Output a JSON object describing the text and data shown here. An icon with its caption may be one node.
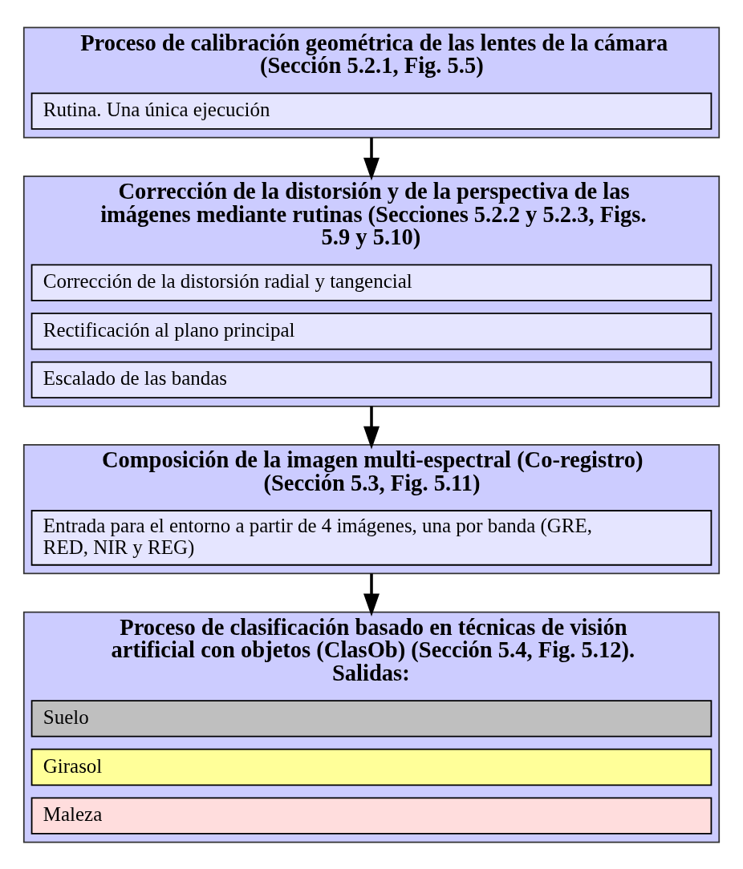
{
  "diagram": {
    "nodes": [
      {
        "text": [
          "Proceso de calibración geométrica de las lentes de la cámara (Sección 5.2.1, Fig. 5.5)"
        ]
      },
      {
        "text": [
          "Rutina. Una única ejecución"
        ],
        "in": 0
      },
      {
        "text": [
          "Corrección de la distorsión y de la perspectiva de las imágenes mediante rutinas (Secciones 5.2.2 y 5.2.3, Figs. 5.9 y 5.10)"
        ]
      },
      {
        "text": [
          "Corrección de la distorsión radial y tangencial"
        ],
        "in": 2
      },
      {
        "text": [
          "Rectificación al plano principal"
        ],
        "in": 2
      },
      {
        "text": [
          "Escalado de las bandas"
        ],
        "in": 2
      },
      {
        "text": [
          "Composición de la imagen multi-espectral (Co-registro) (Sección 5.3, Fig. 5.11)"
        ]
      },
      {
        "text": [
          "Entrada para el entorno a partir de 4 imágenes, una por banda (GRE, RED, NIR y REG)"
        ],
        "in": 6
      },
      {
        "text": [
          "Proceso de clasificación basado en técnicas de visión artificial con objetos (ClasOb) (Sección 5.4, Fig. 5.12). Salidas:"
        ]
      },
      {
        "text": [
          "Suelo"
        ],
        "in": 8
      },
      {
        "text": [
          "Girasol"
        ],
        "in": 8
      },
      {
        "text": [
          "Maleza"
        ],
        "in": 8
      }
    ],
    "edges": [
      {
        "from": 0,
        "to": 2,
        "arrow": "to"
      },
      {
        "from": 2,
        "to": 6,
        "arrow": "to"
      },
      {
        "from": 6,
        "to": 8,
        "arrow": "to"
      }
    ]
  }
}
